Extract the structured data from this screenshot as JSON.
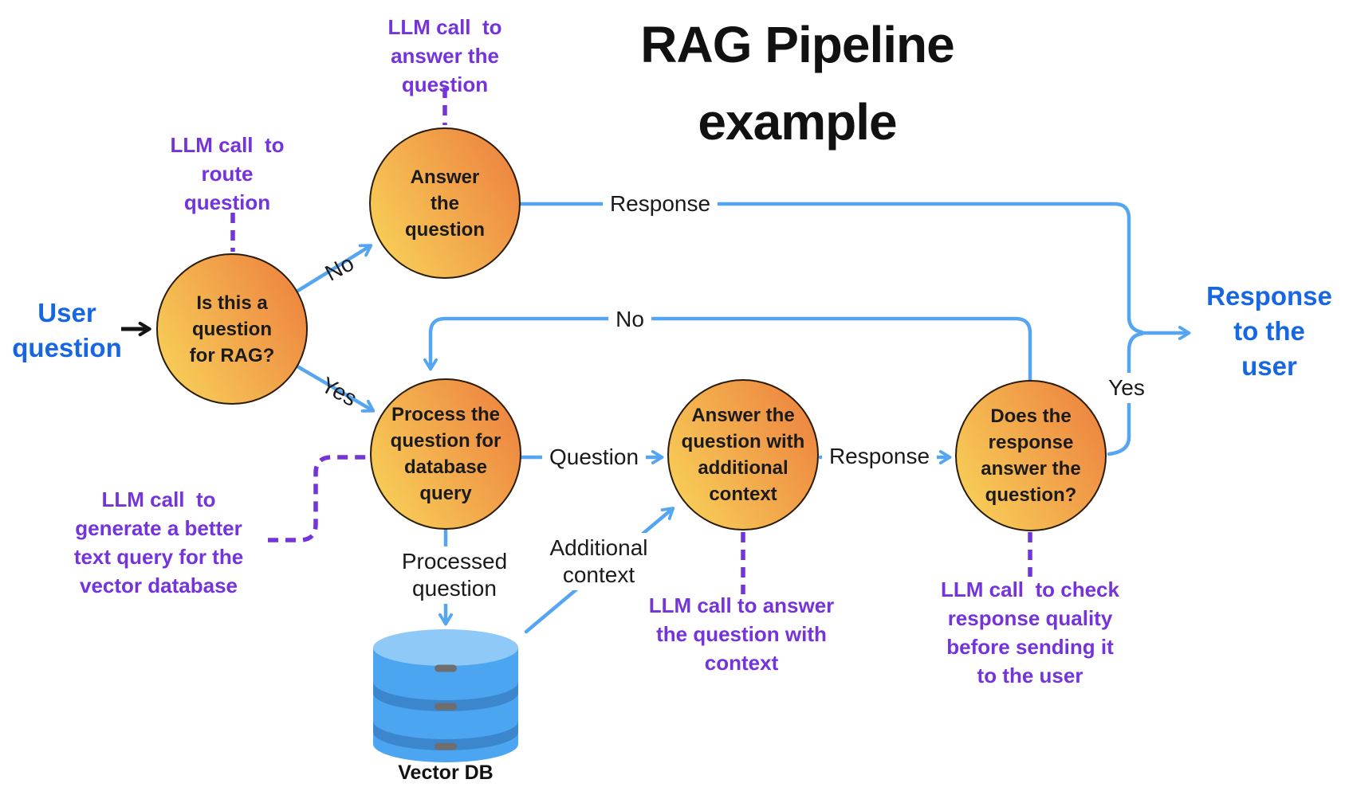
{
  "title": "RAG Pipeline\nexample",
  "nodes": {
    "route": {
      "label": "Is this a\nquestion\nfor RAG?"
    },
    "answer": {
      "label": "Answer\nthe\nquestion"
    },
    "process": {
      "label": "Process the\nquestion for\ndatabase\nquery"
    },
    "answer_context": {
      "label": "Answer the\nquestion with\nadditional\ncontext"
    },
    "check": {
      "label": "Does the\nresponse\nanswer the\nquestion?"
    }
  },
  "annotations": {
    "route": "LLM call  to\nroute\nquestion",
    "answer": "LLM call  to\nanswer the\nquestion",
    "query": "LLM call  to\ngenerate a better\ntext query for the\nvector database",
    "answer_context": "LLM call to answer\nthe question with\ncontext",
    "check": "LLM call  to check\nresponse quality\nbefore sending it\nto the user"
  },
  "edge_labels": {
    "no_top": "No",
    "yes_left": "Yes",
    "response_top": "Response",
    "question": "Question",
    "response_mid": "Response",
    "no_loop": "No",
    "yes_right": "Yes",
    "processed_question": "Processed\nquestion",
    "additional_context": "Additional\ncontext"
  },
  "endpoints": {
    "input": "User\nquestion",
    "output": "Response\nto the\nuser"
  },
  "database": {
    "label": "Vector DB"
  },
  "colors": {
    "node_gradient_start": "#F8CF58",
    "node_gradient_end": "#ED8440",
    "edge_blue": "#55A5F0",
    "annotation_purple": "#7433DB",
    "endpoint_blue": "#1767E2",
    "db_body": "#4CA5F0",
    "db_top": "#8FC9F8",
    "db_band": "#3C86CD",
    "db_dash": "#6E6E6E"
  }
}
